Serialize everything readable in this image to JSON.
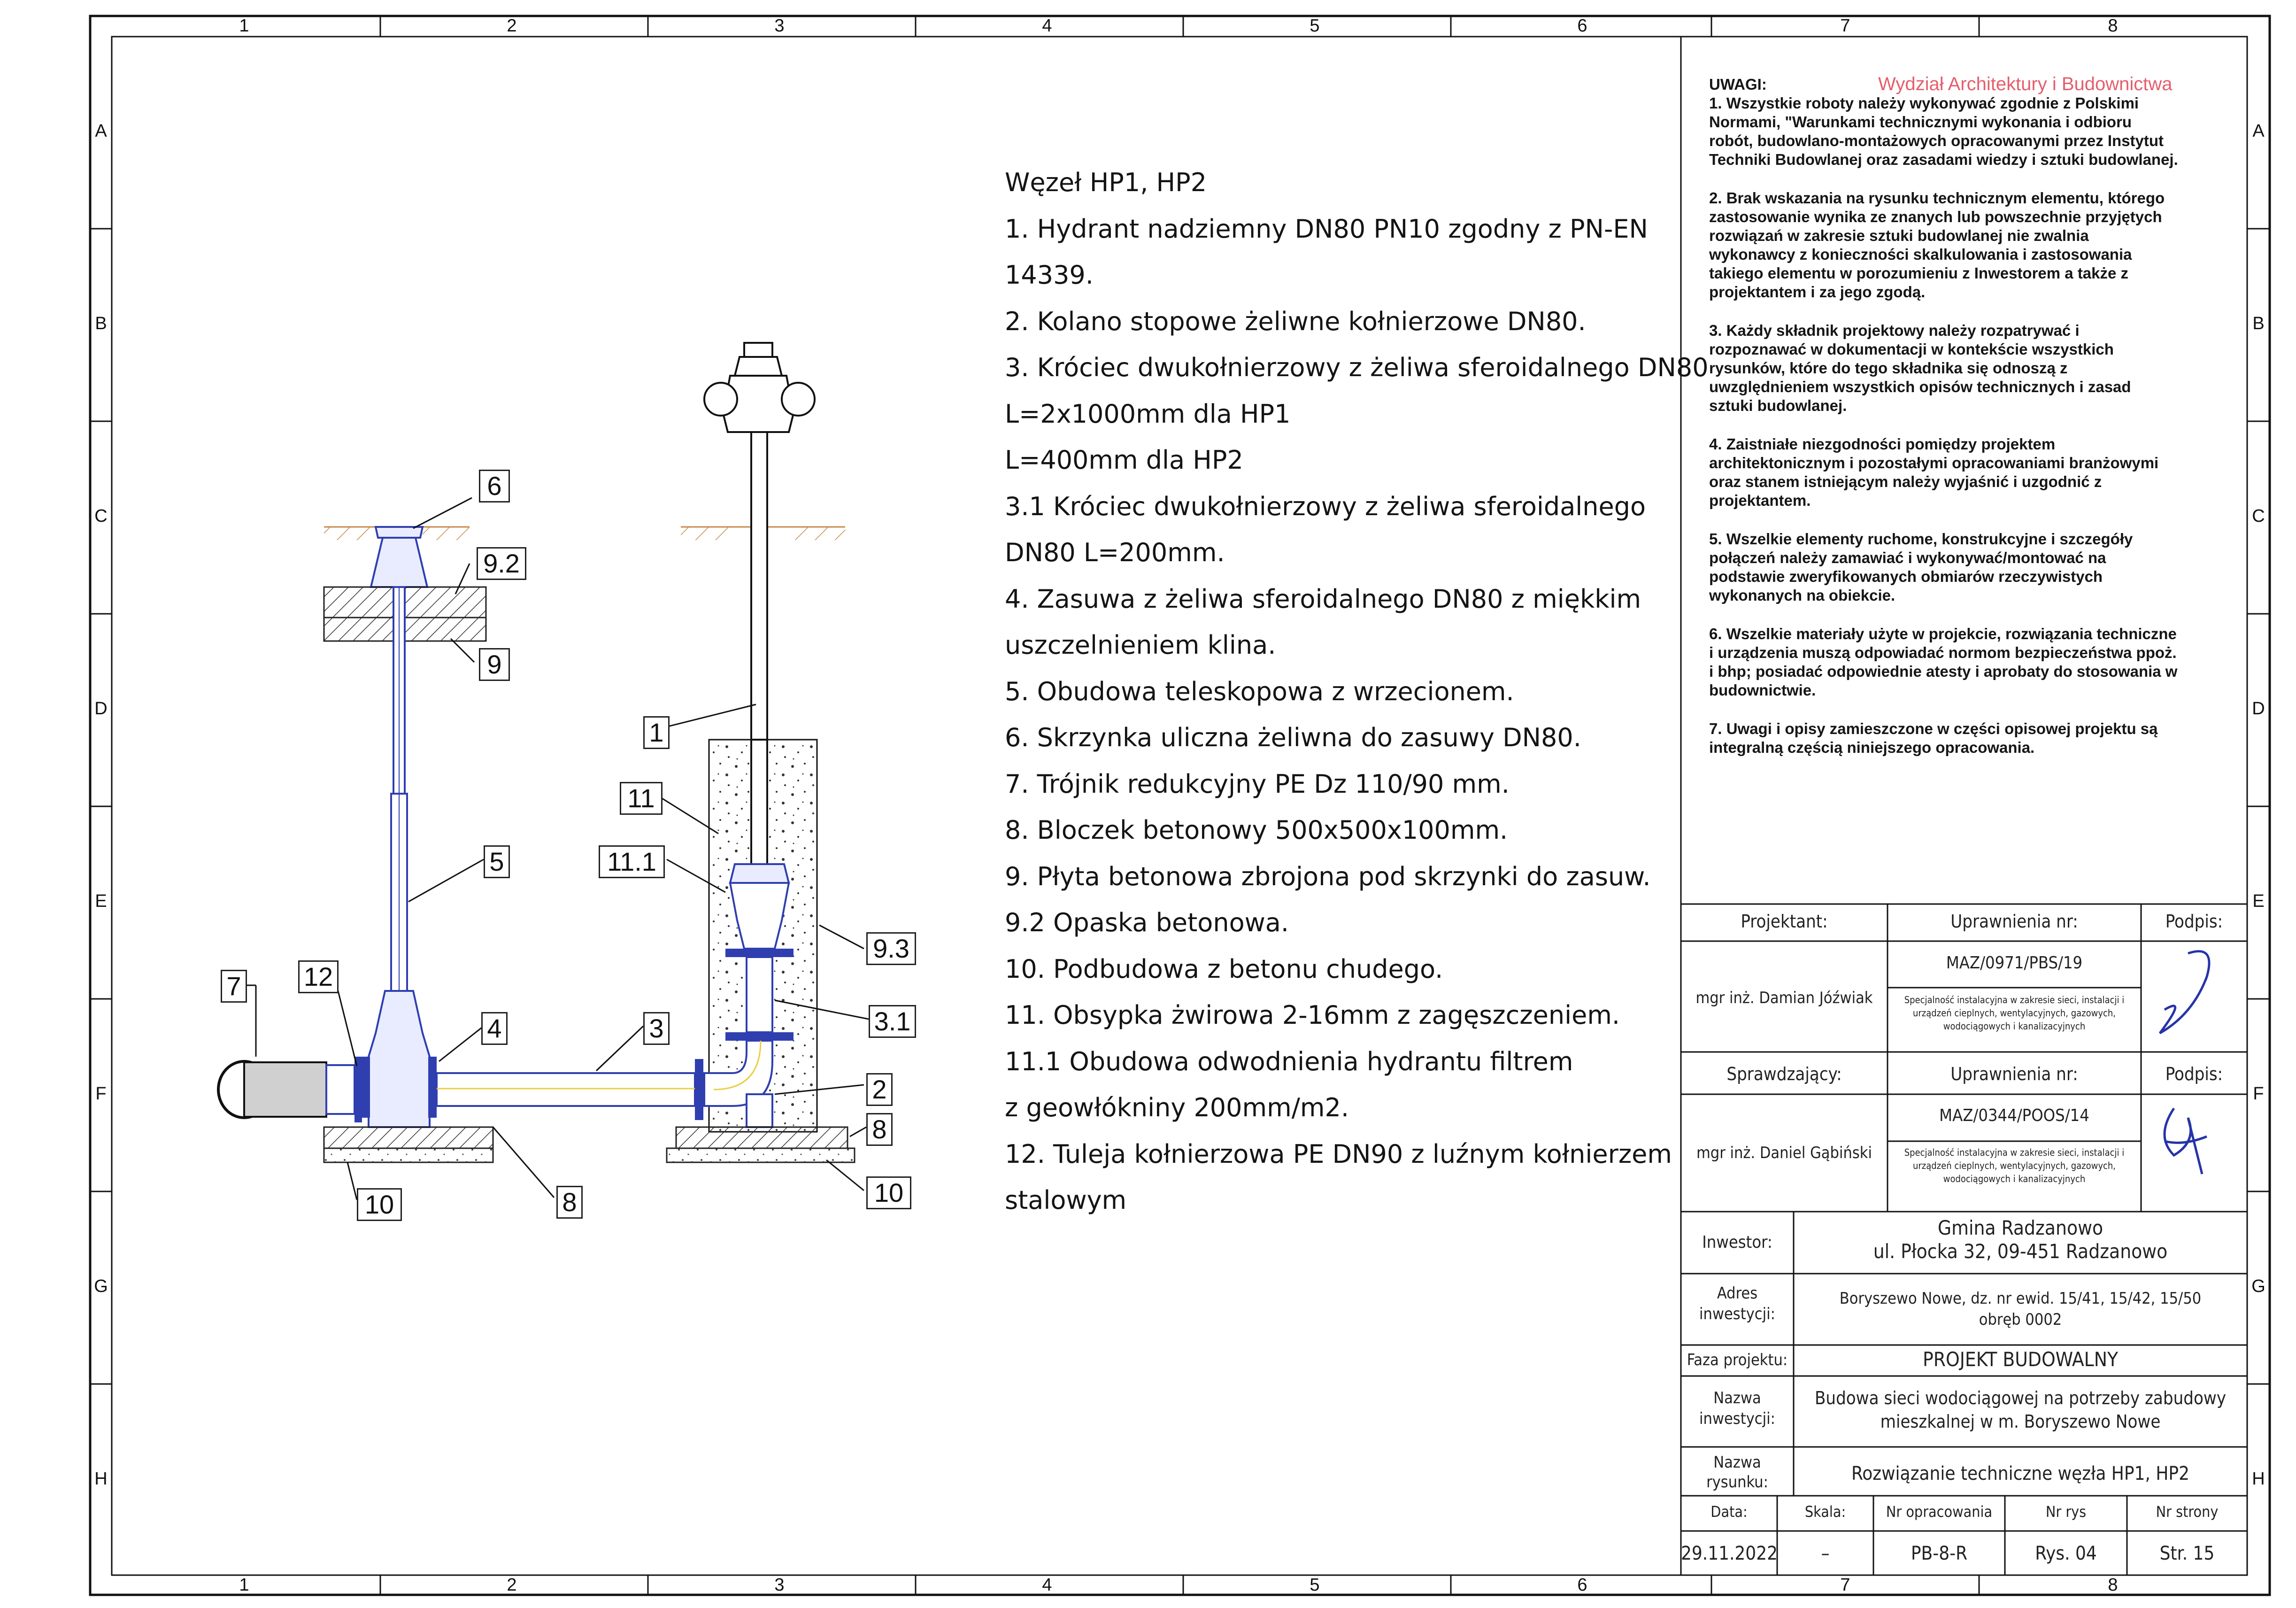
{
  "frame": {
    "columns": [
      "1",
      "2",
      "3",
      "4",
      "5",
      "6",
      "7",
      "8"
    ],
    "rows": [
      "A",
      "B",
      "C",
      "D",
      "E",
      "F",
      "G",
      "H"
    ]
  },
  "legend": [
    "Węzeł HP1, HP2",
    "1. Hydrant nadziemny DN80 PN10 zgodny z PN-EN",
    "14339.",
    "2. Kolano stopowe żeliwne kołnierzowe DN80.",
    "3. Króciec dwukołnierzowy z żeliwa sferoidalnego DN80",
    "L=2x1000mm dla HP1",
    "L=400mm dla HP2",
    "3.1 Króciec dwukołnierzowy z żeliwa sferoidalnego",
    "DN80 L=200mm.",
    "4. Zasuwa z żeliwa sferoidalnego DN80 z miękkim",
    "uszczelnieniem klina.",
    "5. Obudowa teleskopowa z wrzecionem.",
    "6. Skrzynka uliczna żeliwna do zasuwy DN80.",
    "7. Trójnik redukcyjny PE Dz 110/90 mm.",
    "8. Bloczek betonowy 500x500x100mm.",
    "9. Płyta betonowa zbrojona pod skrzynki do zasuw.",
    "9.2 Opaska betonowa.",
    "10. Podbudowa z betonu chudego.",
    "11. Obsypka żwirowa 2-16mm z zagęszczeniem.",
    "11.1 Obudowa odwodnienia hydrantu filtrem",
    "z geowłókniny 200mm/m2.",
    "12. Tuleja kołnierzowa PE DN90 z luźnym kołnierzem",
    "stalowym"
  ],
  "callouts": {
    "c6": "6",
    "c92": "9.2",
    "c9": "9",
    "c1": "1",
    "c11": "11",
    "c111": "11.1",
    "c5": "5",
    "c7": "7",
    "c12": "12",
    "c4": "4",
    "c3": "3",
    "c93": "9.3",
    "c31": "3.1",
    "c2": "2",
    "c8_right": "8",
    "c10_left": "10",
    "c8_mid": "8",
    "c10_right": "10"
  },
  "notes": {
    "title": "UWAGI:",
    "items": [
      "1. Wszystkie roboty należy wykonywać zgodnie z Polskimi Normami, \"Warunkami technicznymi wykonania i odbioru robót, budowlano-montażowych opracowanymi przez Instytut Techniki Budowlanej oraz zasadami wiedzy i sztuki budowlanej.",
      "2. Brak wskazania na rysunku technicznym elementu, którego zastosowanie wynika ze znanych lub powszechnie przyjętych rozwiązań w zakresie sztuki budowlanej nie zwalnia wykonawcy z konieczności skalkulowania i zastosowania takiego elementu w porozumieniu z Inwestorem a także z projektantem i za jego zgodą.",
      "3. Każdy składnik projektowy należy rozpatrywać i rozpoznawać w dokumentacji w kontekście wszystkich rysunków, które do tego składnika się odnoszą z uwzględnieniem wszystkich opisów technicznych i zasad sztuki budowlanej.",
      "4. Zaistniałe niezgodności pomiędzy projektem architektonicznym i pozostałymi opracowaniami branżowymi oraz stanem istniejącym należy wyjaśnić i uzgodnić z projektantem.",
      "5. Wszelkie elementy ruchome, konstrukcyjne i szczegóły połączeń należy zamawiać i wykonywać/montować na podstawie zweryfikowanych obmiarów rzeczywistych wykonanych na obiekcie.",
      "6. Wszelkie materiały użyte w projekcie, rozwiązania techniczne i urządzenia muszą odpowiadać normom bezpieczeństwa ppoż. i bhp; posiadać odpowiednie atesty i aprobaty do stosowania w budownictwie.",
      "7. Uwagi i opisy zamieszczone w części opisowej projektu są integralną częścią niniejszego opracowania."
    ],
    "stamp_line1": "Wydział Architektury i Budownictwa"
  },
  "titleblock": {
    "projektant_hdr": "Projektant:",
    "uprawnienia_hdr1": "Uprawnienia nr:",
    "podpis_hdr1": "Podpis:",
    "projektant_name": "mgr inż. Damian Jóźwiak",
    "projektant_no": "MAZ/0971/PBS/19",
    "projektant_scope": "Specjalność instalacyjna w zakresie sieci, instalacji i urządzeń cieplnych, wentylacyjnych, gazowych, wodociągowych i kanalizacyjnych",
    "sprawdzajacy_hdr": "Sprawdzający:",
    "uprawnienia_hdr2": "Uprawnienia nr:",
    "podpis_hdr2": "Podpis:",
    "sprawdzajacy_name": "mgr inż. Daniel Gąbiński",
    "sprawdzajacy_no": "MAZ/0344/POOS/14",
    "sprawdzajacy_scope": "Specjalność instalacyjna w zakresie sieci, instalacji i urządzeń cieplnych, wentylacyjnych, gazowych, wodociągowych i kanalizacyjnych",
    "inwestor_lbl": "Inwestor:",
    "inwestor_val1": "Gmina Radzanowo",
    "inwestor_val2": "ul. Płocka 32, 09-451 Radzanowo",
    "adres_lbl": "Adres inwestycji:",
    "adres_val1": "Boryszewo Nowe, dz. nr ewid. 15/41, 15/42, 15/50",
    "adres_val2": "obręb 0002",
    "faza_lbl": "Faza projektu:",
    "faza_val": "PROJEKT BUDOWALNY",
    "nazwa_inw_lbl": "Nazwa inwestycji:",
    "nazwa_inw_val1": "Budowa sieci wodociągowej na potrzeby zabudowy",
    "nazwa_inw_val2": "mieszkalnej w m. Boryszewo Nowe",
    "nazwa_rys_lbl": "Nazwa rysunku:",
    "nazwa_rys_val": "Rozwiązanie techniczne węzła HP1, HP2",
    "data_lbl": "Data:",
    "skala_lbl": "Skala:",
    "nr_opr_lbl": "Nr opracowania",
    "nr_rys_lbl": "Nr rys",
    "nr_str_lbl": "Nr strony",
    "data_val": "29.11.2022",
    "skala_val": "–",
    "nr_opr_val": "PB-8-R",
    "nr_rys_val": "Rys. 04",
    "nr_str_val": "Str. 15"
  },
  "colors": {
    "pipe_blue": "#2f3fb0",
    "pipe_yellow": "#e8d040",
    "soil": "#c98a4a"
  }
}
